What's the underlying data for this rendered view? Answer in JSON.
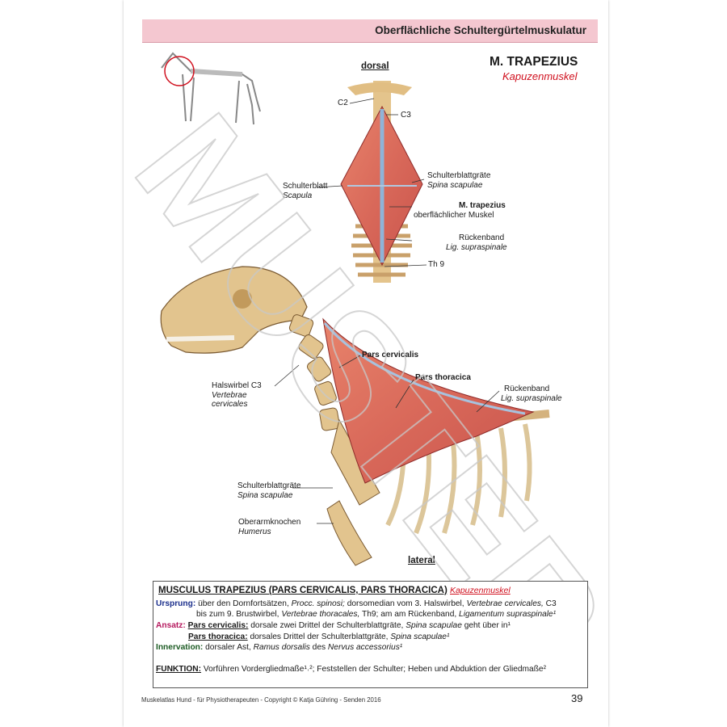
{
  "header": {
    "title": "Oberflächliche Schultergürtelmuskulatur"
  },
  "muscle": {
    "name": "M. TRAPEZIUS",
    "common": "Kapuzenmuskel"
  },
  "views": {
    "dorsal": "dorsal",
    "lateral": "lateral"
  },
  "dorsal_labels": {
    "c2": "C2",
    "c3": "C3",
    "scapula_de": "Schulterblatt",
    "scapula_la": "Scapula",
    "spine_de": "Schulterblattgräte",
    "spine_la": "Spina scapulae",
    "trap_de": "M. trapezius",
    "trap_desc": "oberflächlicher Muskel",
    "lig_de": "Rückenband",
    "lig_la": "Lig. supraspinale",
    "th9": "Th 9"
  },
  "lateral_labels": {
    "pars_cerv": "Pars cervicalis",
    "pars_thor": "Pars thoracica",
    "hals_de": "Halswirbel C3",
    "hals_la1": "Vertebrae",
    "hals_la2": "cervicales",
    "lig_de": "Rückenband",
    "lig_la": "Lig. supraspinale",
    "spine_de": "Schulterblattgräte",
    "spine_la": "Spina scapulae",
    "hum_de": "Oberarmknochen",
    "hum_la": "Humerus"
  },
  "info": {
    "title": "MUSCULUS TRAPEZIUS (PARS CERVICALIS, PARS THORACICA)",
    "title_common": "Kapuzenmuskel",
    "ursprung_label": "Ursprung:",
    "ursprung_1a": " über den Dornfortsätzen, ",
    "ursprung_1b": "Procc. spinosi;",
    "ursprung_1c": " dorsomedian vom 3. Halswirbel, ",
    "ursprung_1d": "Vertebrae cervicales,",
    "ursprung_1e": " C3",
    "ursprung_2a": "bis zum 9. Brustwirbel, ",
    "ursprung_2b": "Vertebrae thoracales,",
    "ursprung_2c": " Th9;  am am Rückenband, ",
    "ursprung_2d": "Ligamentum supraspinale¹",
    "ansatz_label": "Ansatz:",
    "ansatz_pc": "Pars cervicalis:",
    "ansatz_pc_text": " dorsale zwei Drittel der Schulterblattgräte, ",
    "ansatz_pc_it": "Spina scapulae",
    "ansatz_pc_end": " geht über in¹",
    "ansatz_pt": "Pars thoracica:",
    "ansatz_pt_text": " dorsales Drittel der Schulterblattgräte, ",
    "ansatz_pt_it": "Spina scapulae¹",
    "innerv_label": "Innervation:",
    "innerv_text": " dorsaler Ast, ",
    "innerv_it1": "Ramus dorsalis",
    "innerv_text2": " des ",
    "innerv_it2": "Nervus accessorius¹",
    "funktion_label": "FUNKTION:",
    "funktion_text": " Vorführen Vordergliedmaße¹˒²; Feststellen der Schulter; Heben und Abduktion der Gliedmaße²"
  },
  "footer": {
    "text": "Muskelatlas Hund - für Physiotherapeuten - Copyright © Katja Gühring - Senden 2016",
    "page": "39"
  },
  "watermark": "MUSTER"
}
